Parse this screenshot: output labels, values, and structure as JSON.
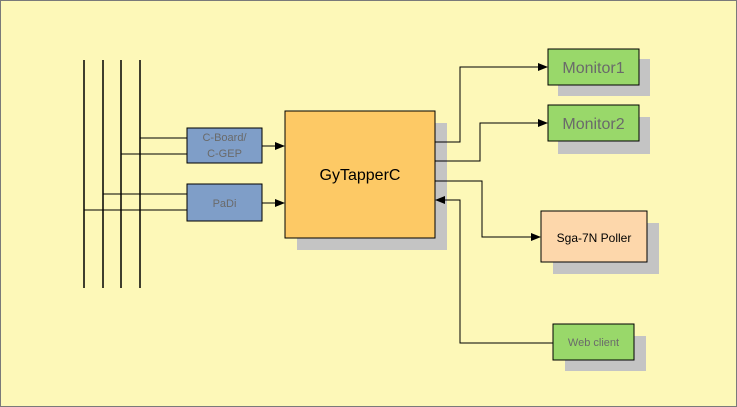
{
  "diagram": {
    "colors": {
      "background": "#fdf8b8",
      "border": "#7a7a7a",
      "shadow": "#c4c4c4",
      "line": "#000000",
      "blue_box": "#7f9ec8",
      "blue_text": "#6a6a6a",
      "orange_box": "#fdc965",
      "green_box": "#99d86a",
      "green_text": "#6a6a6a",
      "peach_box": "#fdd7ab"
    },
    "nodes": {
      "cboard": {
        "label_line1": "C-Board/",
        "label_line2": "C-GEP"
      },
      "padi": {
        "label": "PaDi"
      },
      "gytapper": {
        "label": "GyTapperC"
      },
      "monitor1": {
        "label": "Monitor1"
      },
      "monitor2": {
        "label": "Monitor2"
      },
      "poller": {
        "label": "Sga-7N Poller"
      },
      "webclient": {
        "label": "Web client"
      }
    }
  }
}
